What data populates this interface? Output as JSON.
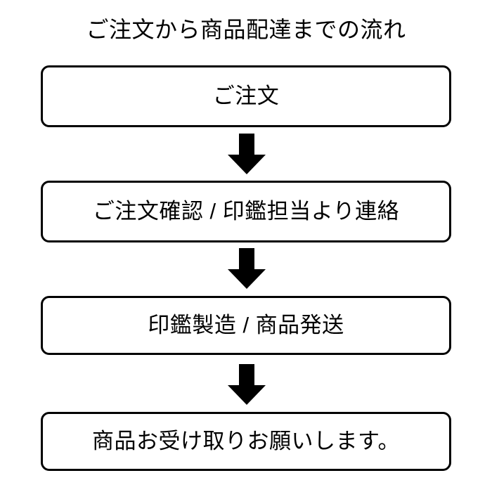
{
  "chart": {
    "type": "flowchart",
    "orientation": "vertical",
    "title": "ご注文から商品配達までの流れ",
    "background_color": "#ffffff",
    "stroke_color": "#000000",
    "text_color": "#000000",
    "steps": [
      {
        "index": 1,
        "label": "ご注文"
      },
      {
        "index": 2,
        "label": "ご注文確認 / 印鑑担当より連絡"
      },
      {
        "index": 3,
        "label": "印鑑製造 / 商品発送"
      },
      {
        "index": 4,
        "label": "商品お受け取りお願いします。"
      }
    ],
    "connectors": [
      {
        "from": 1,
        "to": 2,
        "icon": "arrow-down-icon"
      },
      {
        "from": 2,
        "to": 3,
        "icon": "arrow-down-icon"
      },
      {
        "from": 3,
        "to": 4,
        "icon": "arrow-down-icon"
      }
    ]
  }
}
